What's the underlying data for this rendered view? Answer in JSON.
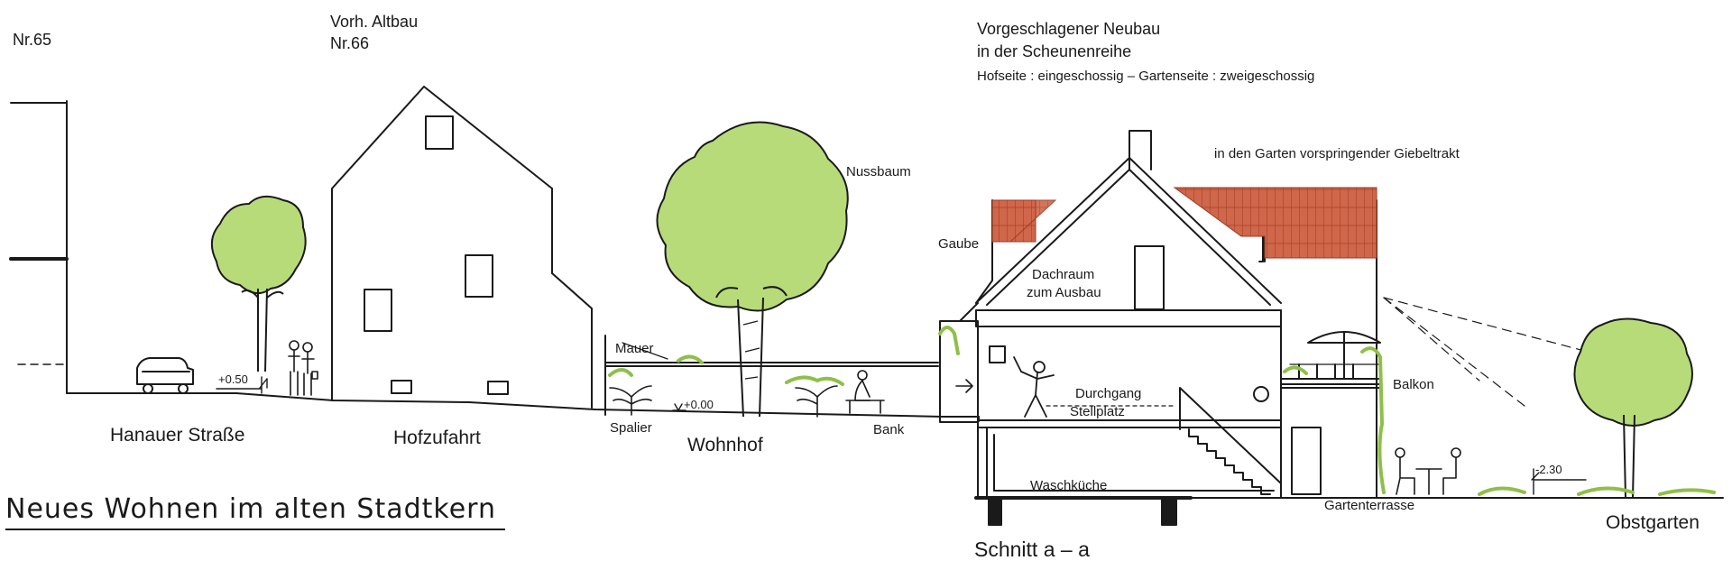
{
  "labels": {
    "nr65": "Nr.65",
    "altbau_1": "Vorh. Altbau",
    "altbau_2": "Nr.66",
    "neubau_1": "Vorgeschlagener Neubau",
    "neubau_2": "in der Scheunenreihe",
    "neubau_3": "Hofseite : eingeschossig – Gartenseite : zweigeschossig",
    "giebeltrakt": "in den Garten vorspringender Giebeltrakt",
    "nussbaum": "Nussbaum",
    "gaube": "Gaube",
    "dachraum_1": "Dachraum",
    "dachraum_2": "zum Ausbau",
    "mauer": "Mauer",
    "durchgang": "Durchgang",
    "stellplatz": "Stellplatz",
    "balkon": "Balkon",
    "level_plus": "+0.50",
    "level_zero": "+0.00",
    "level_minus": "-2.30",
    "hanauer": "Hanauer Straße",
    "hofzufahrt": "Hofzufahrt",
    "spalier": "Spalier",
    "wohnhof": "Wohnhof",
    "bank": "Bank",
    "waschkueche": "Waschküche",
    "gartenterrasse": "Gartenterrasse",
    "obstgarten": "Obstgarten",
    "title": "Neues Wohnen im alten Stadtkern",
    "schnitt": "Schnitt a – a"
  },
  "colors": {
    "line": "#1a1a1a",
    "foliage": "#b8db7a",
    "foliage_dark": "#8fbf4a",
    "roof": "#d0664a",
    "roof_line": "#9b3a24"
  }
}
